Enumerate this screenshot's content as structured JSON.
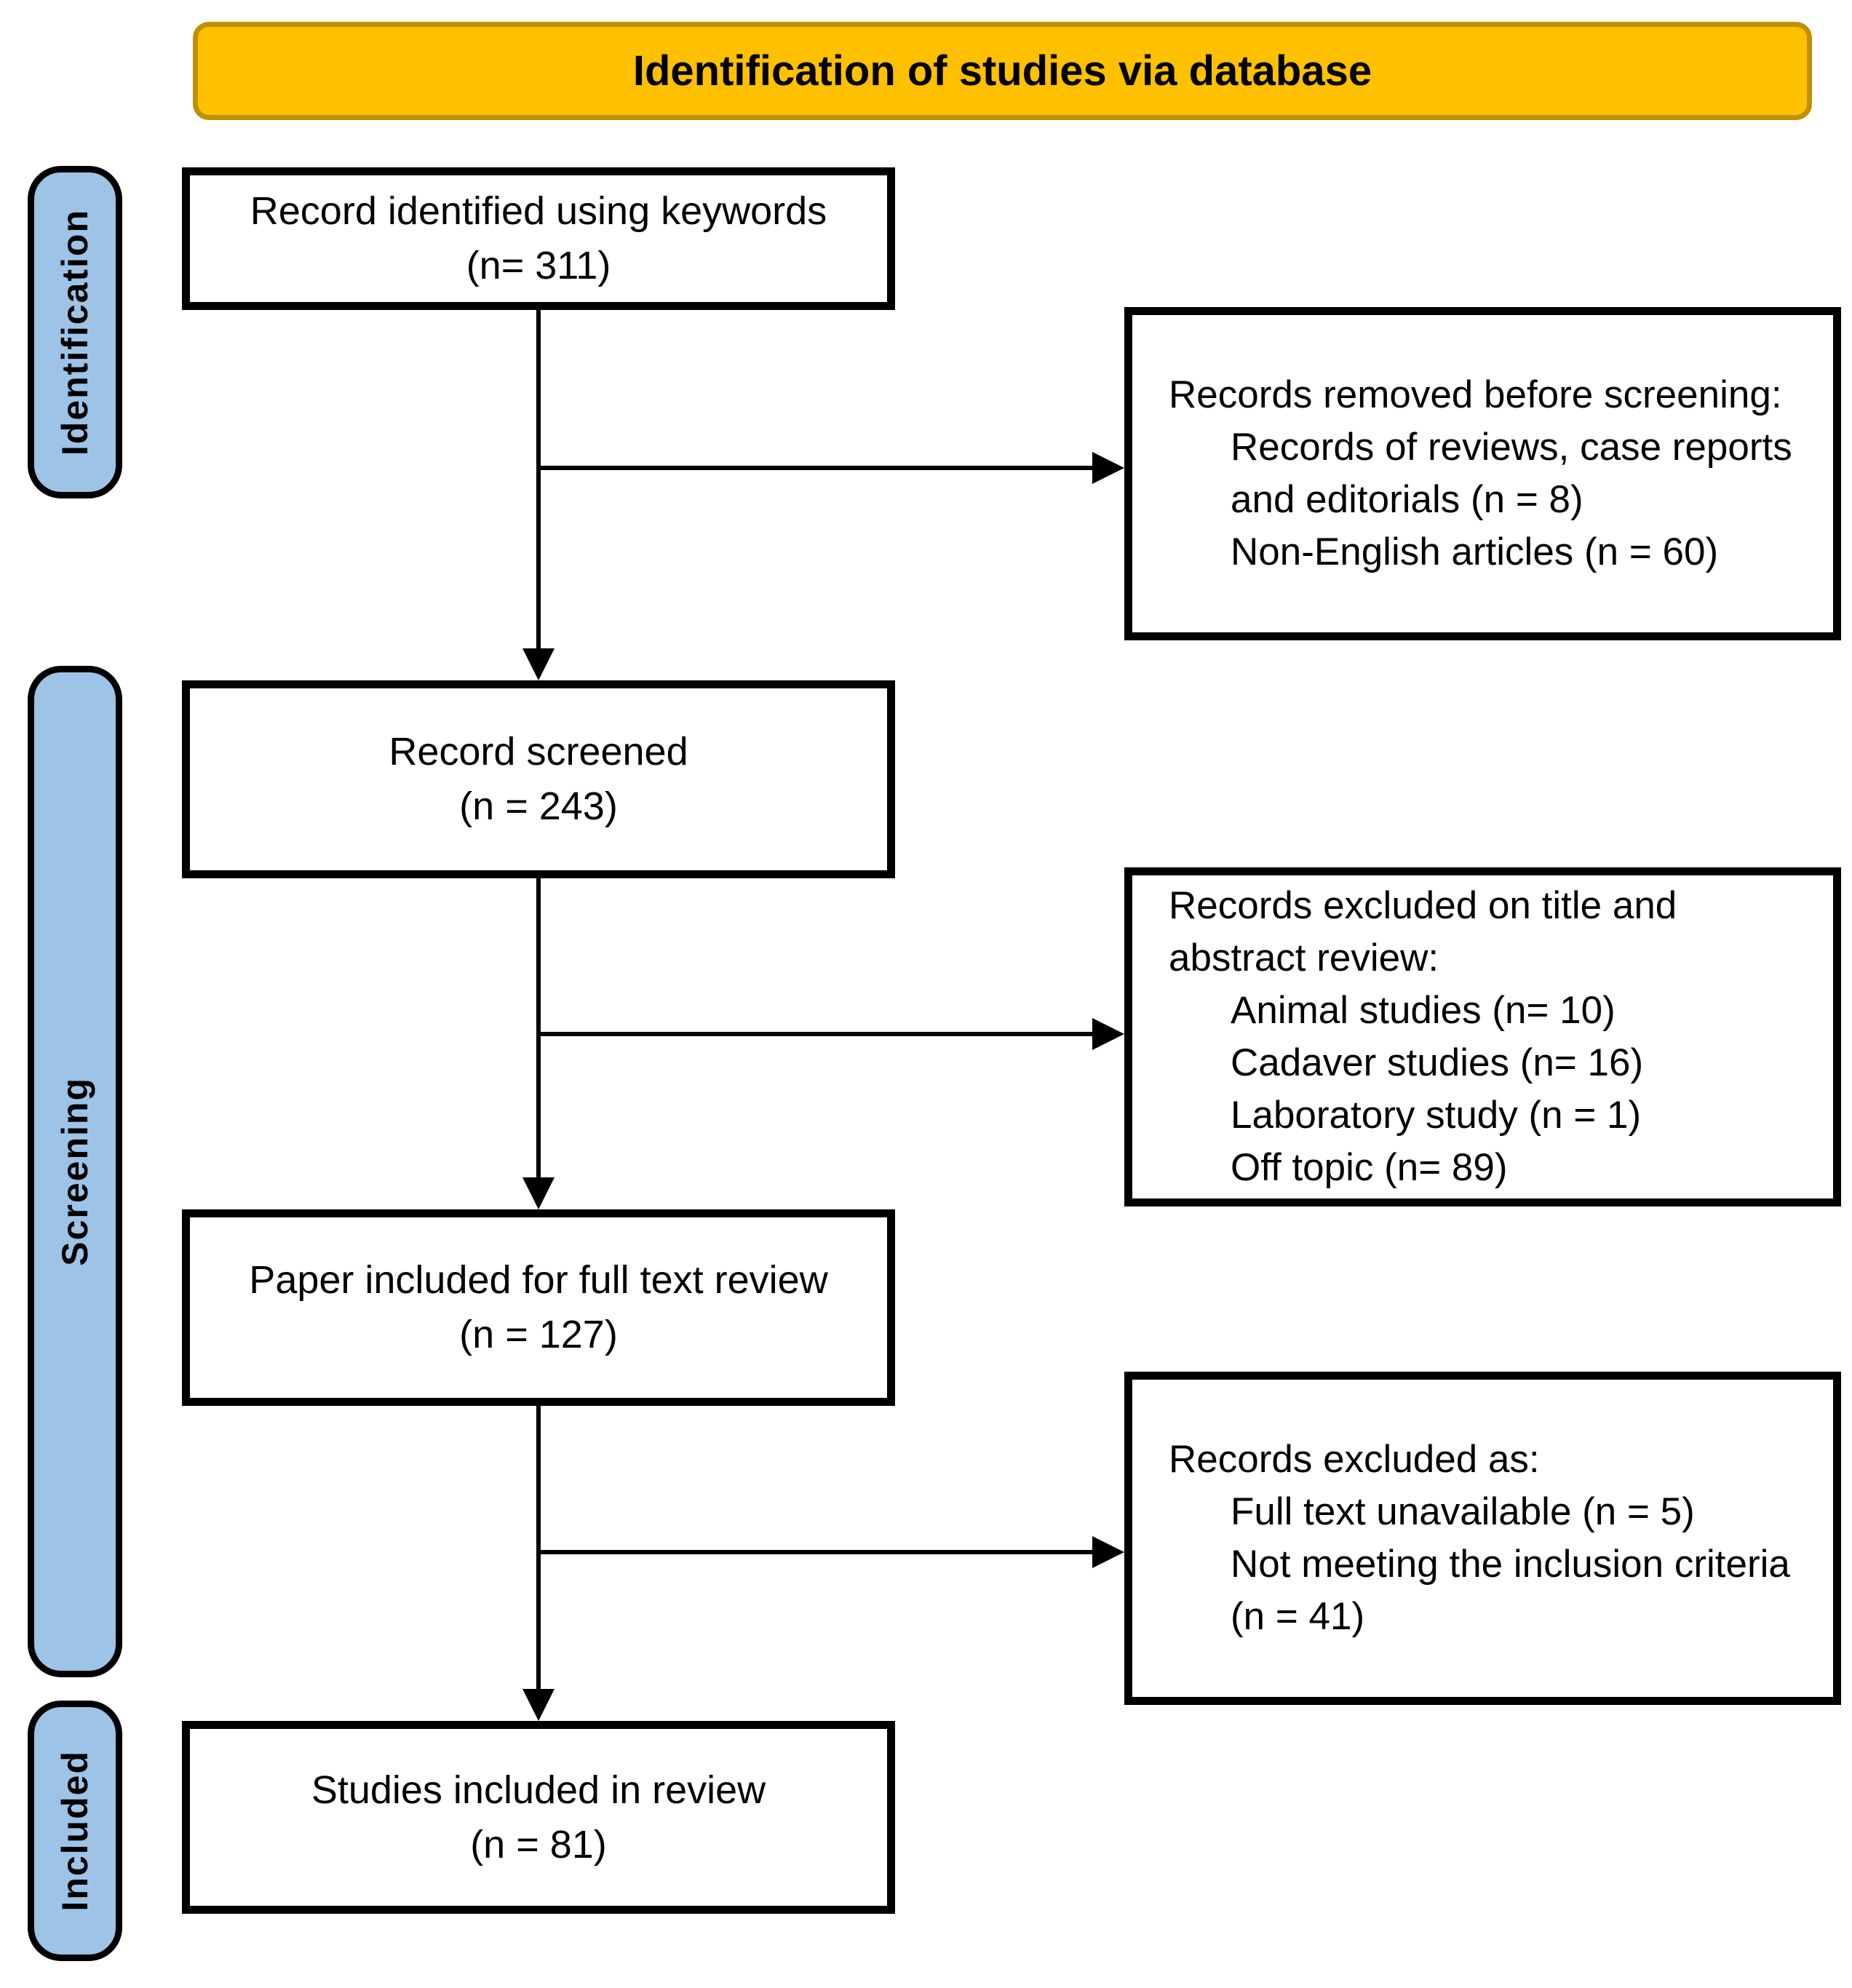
{
  "header": {
    "title": "Identification of studies via database"
  },
  "colors": {
    "banner_fill": "#FFC000",
    "banner_border": "#BF9000",
    "stage_fill": "#9DC3E6",
    "line_color": "#000000"
  },
  "stages": [
    {
      "label": "Identification"
    },
    {
      "label": "Screening"
    },
    {
      "label": "Included"
    }
  ],
  "flow_boxes": [
    {
      "line1": "Record identified using keywords",
      "line2": "(n= 311)"
    },
    {
      "line1": "Record screened",
      "line2": "(n = 243)"
    },
    {
      "line1": "Paper included for full text review",
      "line2": "(n = 127)"
    },
    {
      "line1": "Studies included in review",
      "line2": "(n = 81)"
    }
  ],
  "exclusion_boxes": [
    {
      "heading": "Records removed before screening:",
      "items": [
        "Records of reviews, case reports and editorials (n = 8)",
        "Non-English articles (n = 60)"
      ]
    },
    {
      "heading": "Records excluded on title and abstract review:",
      "items": [
        "Animal studies (n= 10)",
        "Cadaver studies (n= 16)",
        "Laboratory study (n = 1)",
        "Off topic (n= 89)"
      ]
    },
    {
      "heading": "Records excluded as:",
      "items": [
        "Full text unavailable (n = 5)",
        "Not meeting the inclusion criteria (n = 41)"
      ]
    }
  ]
}
